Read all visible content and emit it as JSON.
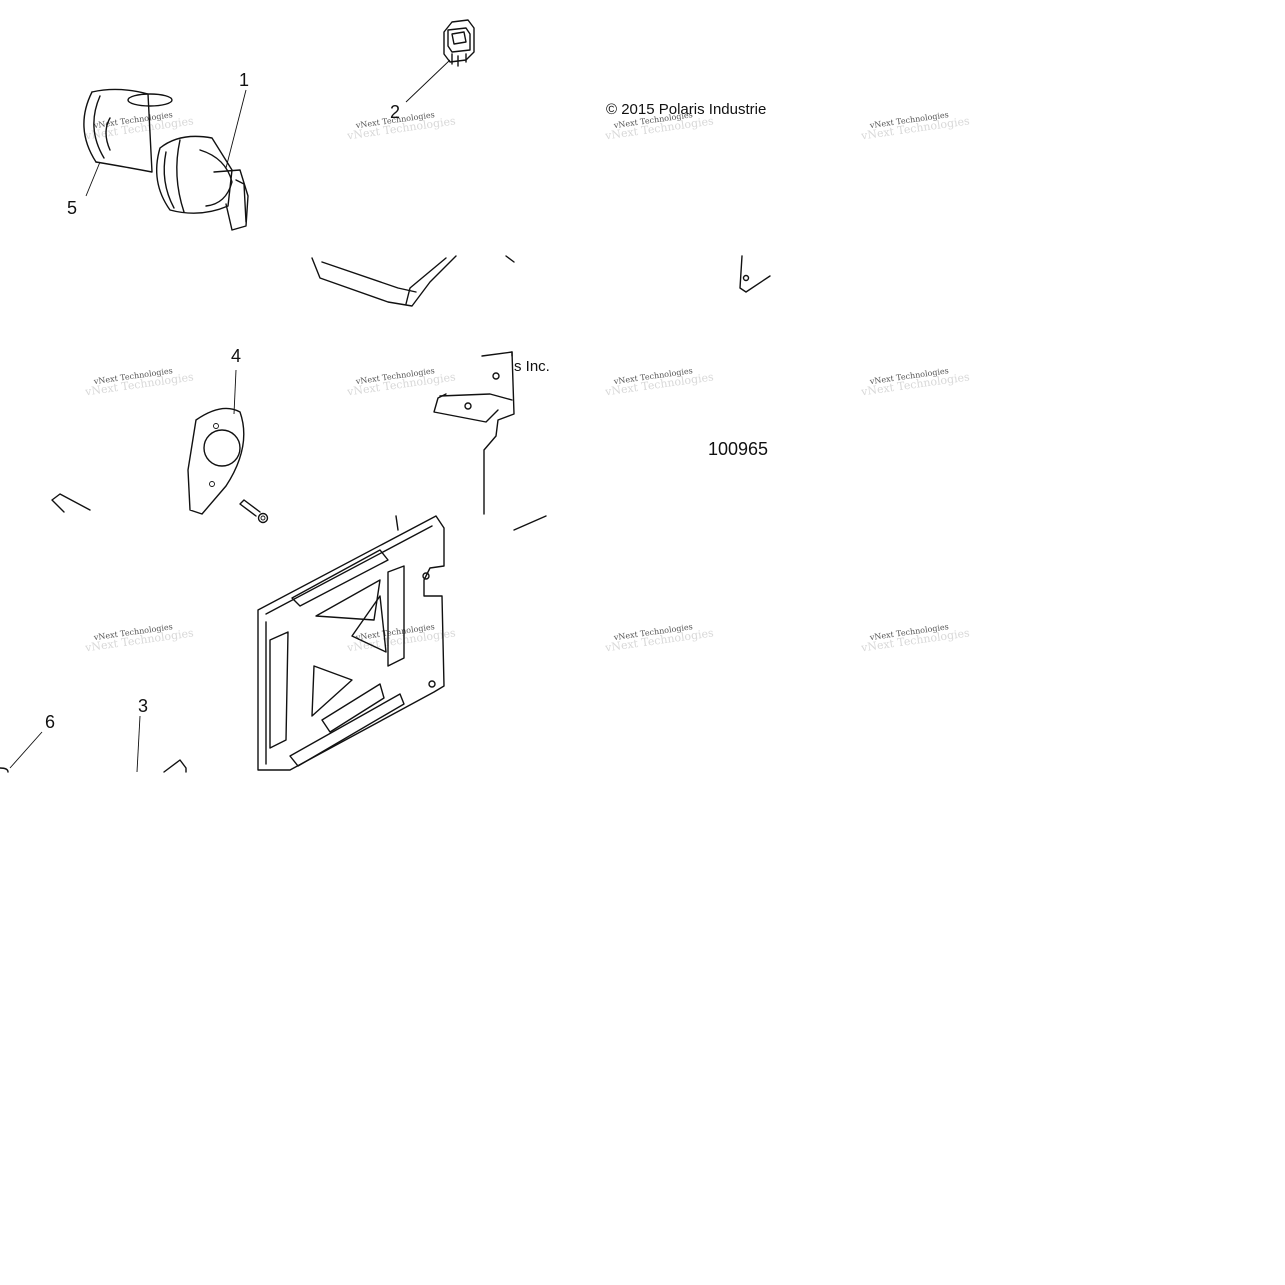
{
  "callouts": [
    "1",
    "2",
    "3",
    "4",
    "5",
    "6"
  ],
  "copyright": "© 2015 Polaris Industrie",
  "copyright_tail": "s Inc.",
  "doc_number": "100965",
  "watermark": {
    "text": "vNext Technologies",
    "ghost_text": "vNext Technologies",
    "color": "#555555"
  },
  "colors": {
    "line": "#111111",
    "background": "#ffffff"
  }
}
